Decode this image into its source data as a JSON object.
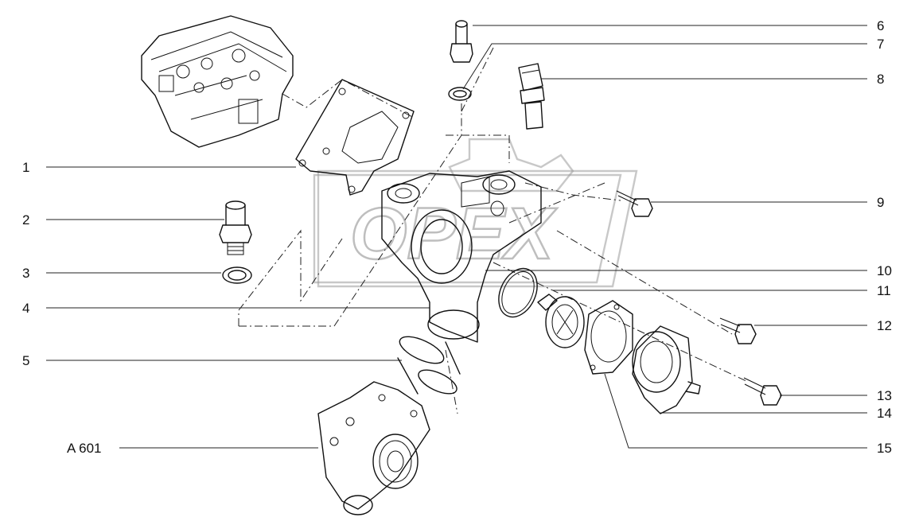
{
  "labels": {
    "p1": "1",
    "p2": "2",
    "p3": "3",
    "p4": "4",
    "p5": "5",
    "p6": "6",
    "p7": "7",
    "p8": "8",
    "p9": "9",
    "p10": "10",
    "p11": "11",
    "p12": "12",
    "p13": "13",
    "p14": "14",
    "p15": "15",
    "a601": "A 601"
  },
  "watermark": {
    "text": "OPEX"
  }
}
